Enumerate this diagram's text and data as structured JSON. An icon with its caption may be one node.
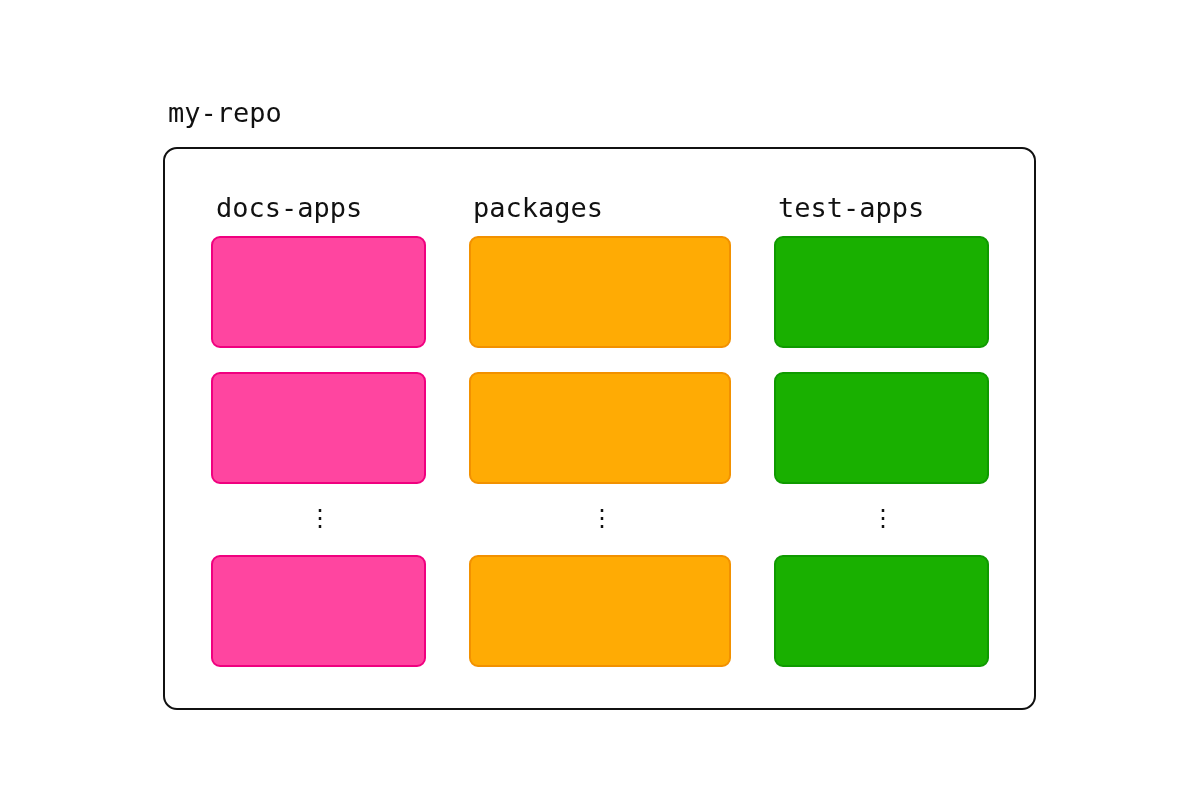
{
  "diagram": {
    "nodes": [
      {
        "text": [
          "my-repo"
        ]
      },
      {
        "text": [],
        "shape": "box",
        "in": 0
      },
      {
        "text": [],
        "shape": "box",
        "in": 0
      },
      {
        "text": [],
        "shape": "box",
        "in": 0
      },
      {
        "text": [],
        "shape": "box",
        "in": 0
      },
      {
        "text": [],
        "shape": "box",
        "in": 0
      },
      {
        "text": [],
        "shape": "box",
        "in": 0
      },
      {
        "text": [],
        "shape": "box",
        "in": 0
      },
      {
        "text": [],
        "shape": "box",
        "in": 0
      },
      {
        "text": [],
        "shape": "box",
        "in": 0
      }
    ],
    "labels": [
      "docs-apps",
      "packages",
      "test-apps",
      "⋮",
      "⋮",
      "⋮"
    ]
  }
}
